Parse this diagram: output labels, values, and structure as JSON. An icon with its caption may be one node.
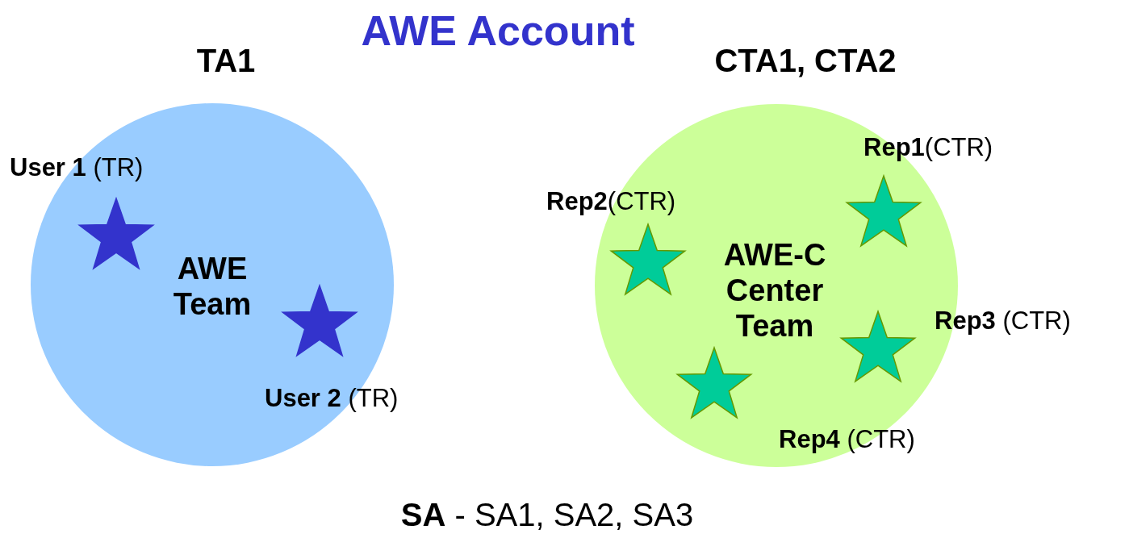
{
  "diagram": {
    "title": "AWE Account",
    "nodes": [
      {
        "text": [
          "TA1",
          "AWE Team"
        ]
      },
      {
        "text": [],
        "shape": "star",
        "in": 0,
        "beside": [
          "**User 1** (TR)"
        ]
      },
      {
        "text": [],
        "shape": "star",
        "in": 0,
        "beside": [
          "**User 2** (TR)"
        ]
      },
      {
        "text": [
          "CTA1, CTA2",
          "AWE-C Center Team"
        ]
      },
      {
        "text": [],
        "shape": "star",
        "in": 3,
        "beside": [
          "**Rep1**(CTR)"
        ]
      },
      {
        "text": [],
        "shape": "star",
        "in": 3,
        "beside": [
          "**Rep2**(CTR)"
        ]
      },
      {
        "text": [],
        "shape": "star",
        "in": 3,
        "beside": [
          "**Rep3** (CTR)"
        ]
      },
      {
        "text": [],
        "shape": "star",
        "in": 3,
        "beside": [
          "**Rep4** (CTR)"
        ]
      }
    ],
    "labels": [
      "**SA** - SA1, SA2, SA3"
    ]
  }
}
